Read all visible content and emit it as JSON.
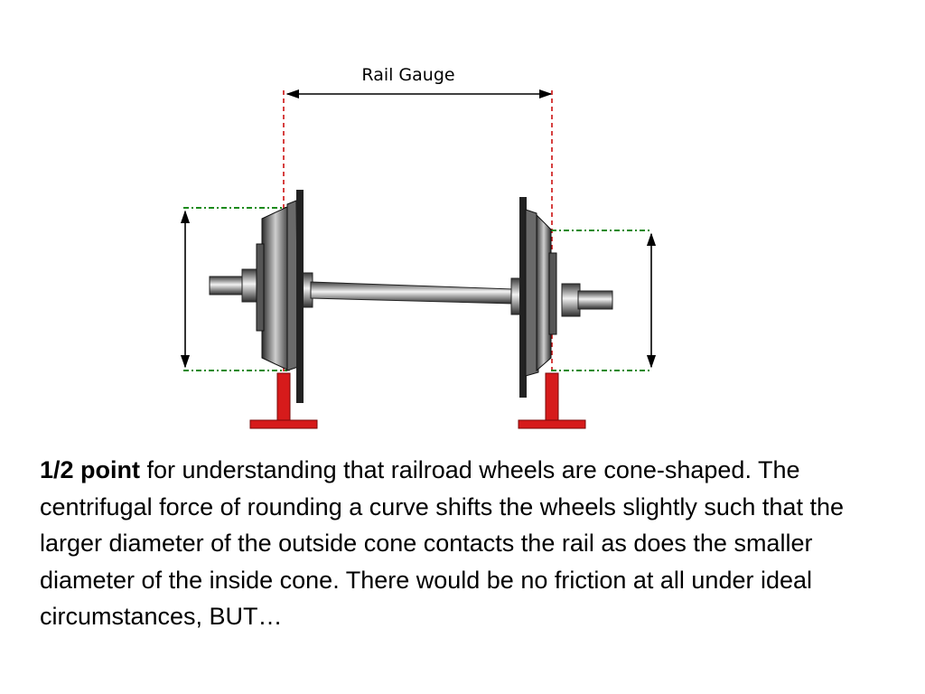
{
  "diagram": {
    "gauge_label": "Rail Gauge",
    "colors": {
      "rail": "#d61b1b",
      "gauge_guide": "#cc1111",
      "diameter_guide": "#1a8a1a",
      "dimension_line": "#000000"
    }
  },
  "caption": {
    "bold_lead": "1/2 point",
    "body": " for understanding that railroad wheels are cone-shaped. The centrifugal force of rounding a curve shifts the wheels slightly such that the larger diameter of the outside cone contacts the rail as does the smaller diameter of the inside cone. There would be no friction at all under ideal circumstances, BUT…"
  }
}
